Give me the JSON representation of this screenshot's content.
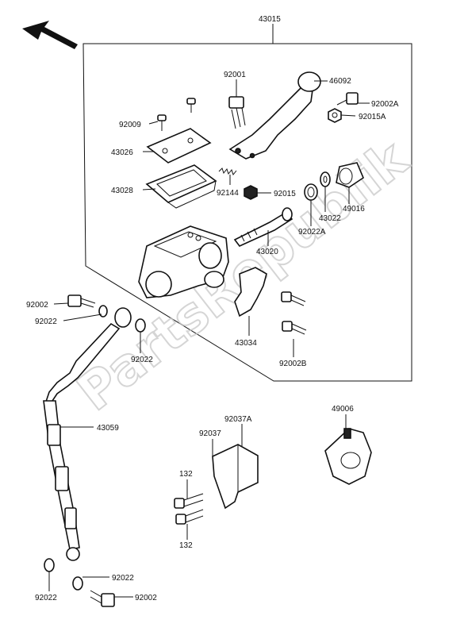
{
  "watermark": "PartsRepublik",
  "labels": {
    "assembly": "43015",
    "n92001": "92001",
    "n46092": "46092",
    "n92002A": "92002A",
    "n92015A": "92015A",
    "n92009": "92009",
    "n43026": "43026",
    "n43028": "43028",
    "n92144": "92144",
    "n92015": "92015",
    "n43022": "43022",
    "n49016": "49016",
    "n92022A": "92022A",
    "n43020": "43020",
    "n43034": "43034",
    "n92002B": "92002B",
    "n92002_top": "92002",
    "n92022_top": "92022",
    "n92022_mid": "92022",
    "n43059": "43059",
    "n92037A": "92037A",
    "n92037": "92037",
    "n49006": "49006",
    "n132_a": "132",
    "n132_b": "132",
    "n92022_bot_r": "92022",
    "n92022_bot_l": "92022",
    "n92002_bot": "92002"
  }
}
